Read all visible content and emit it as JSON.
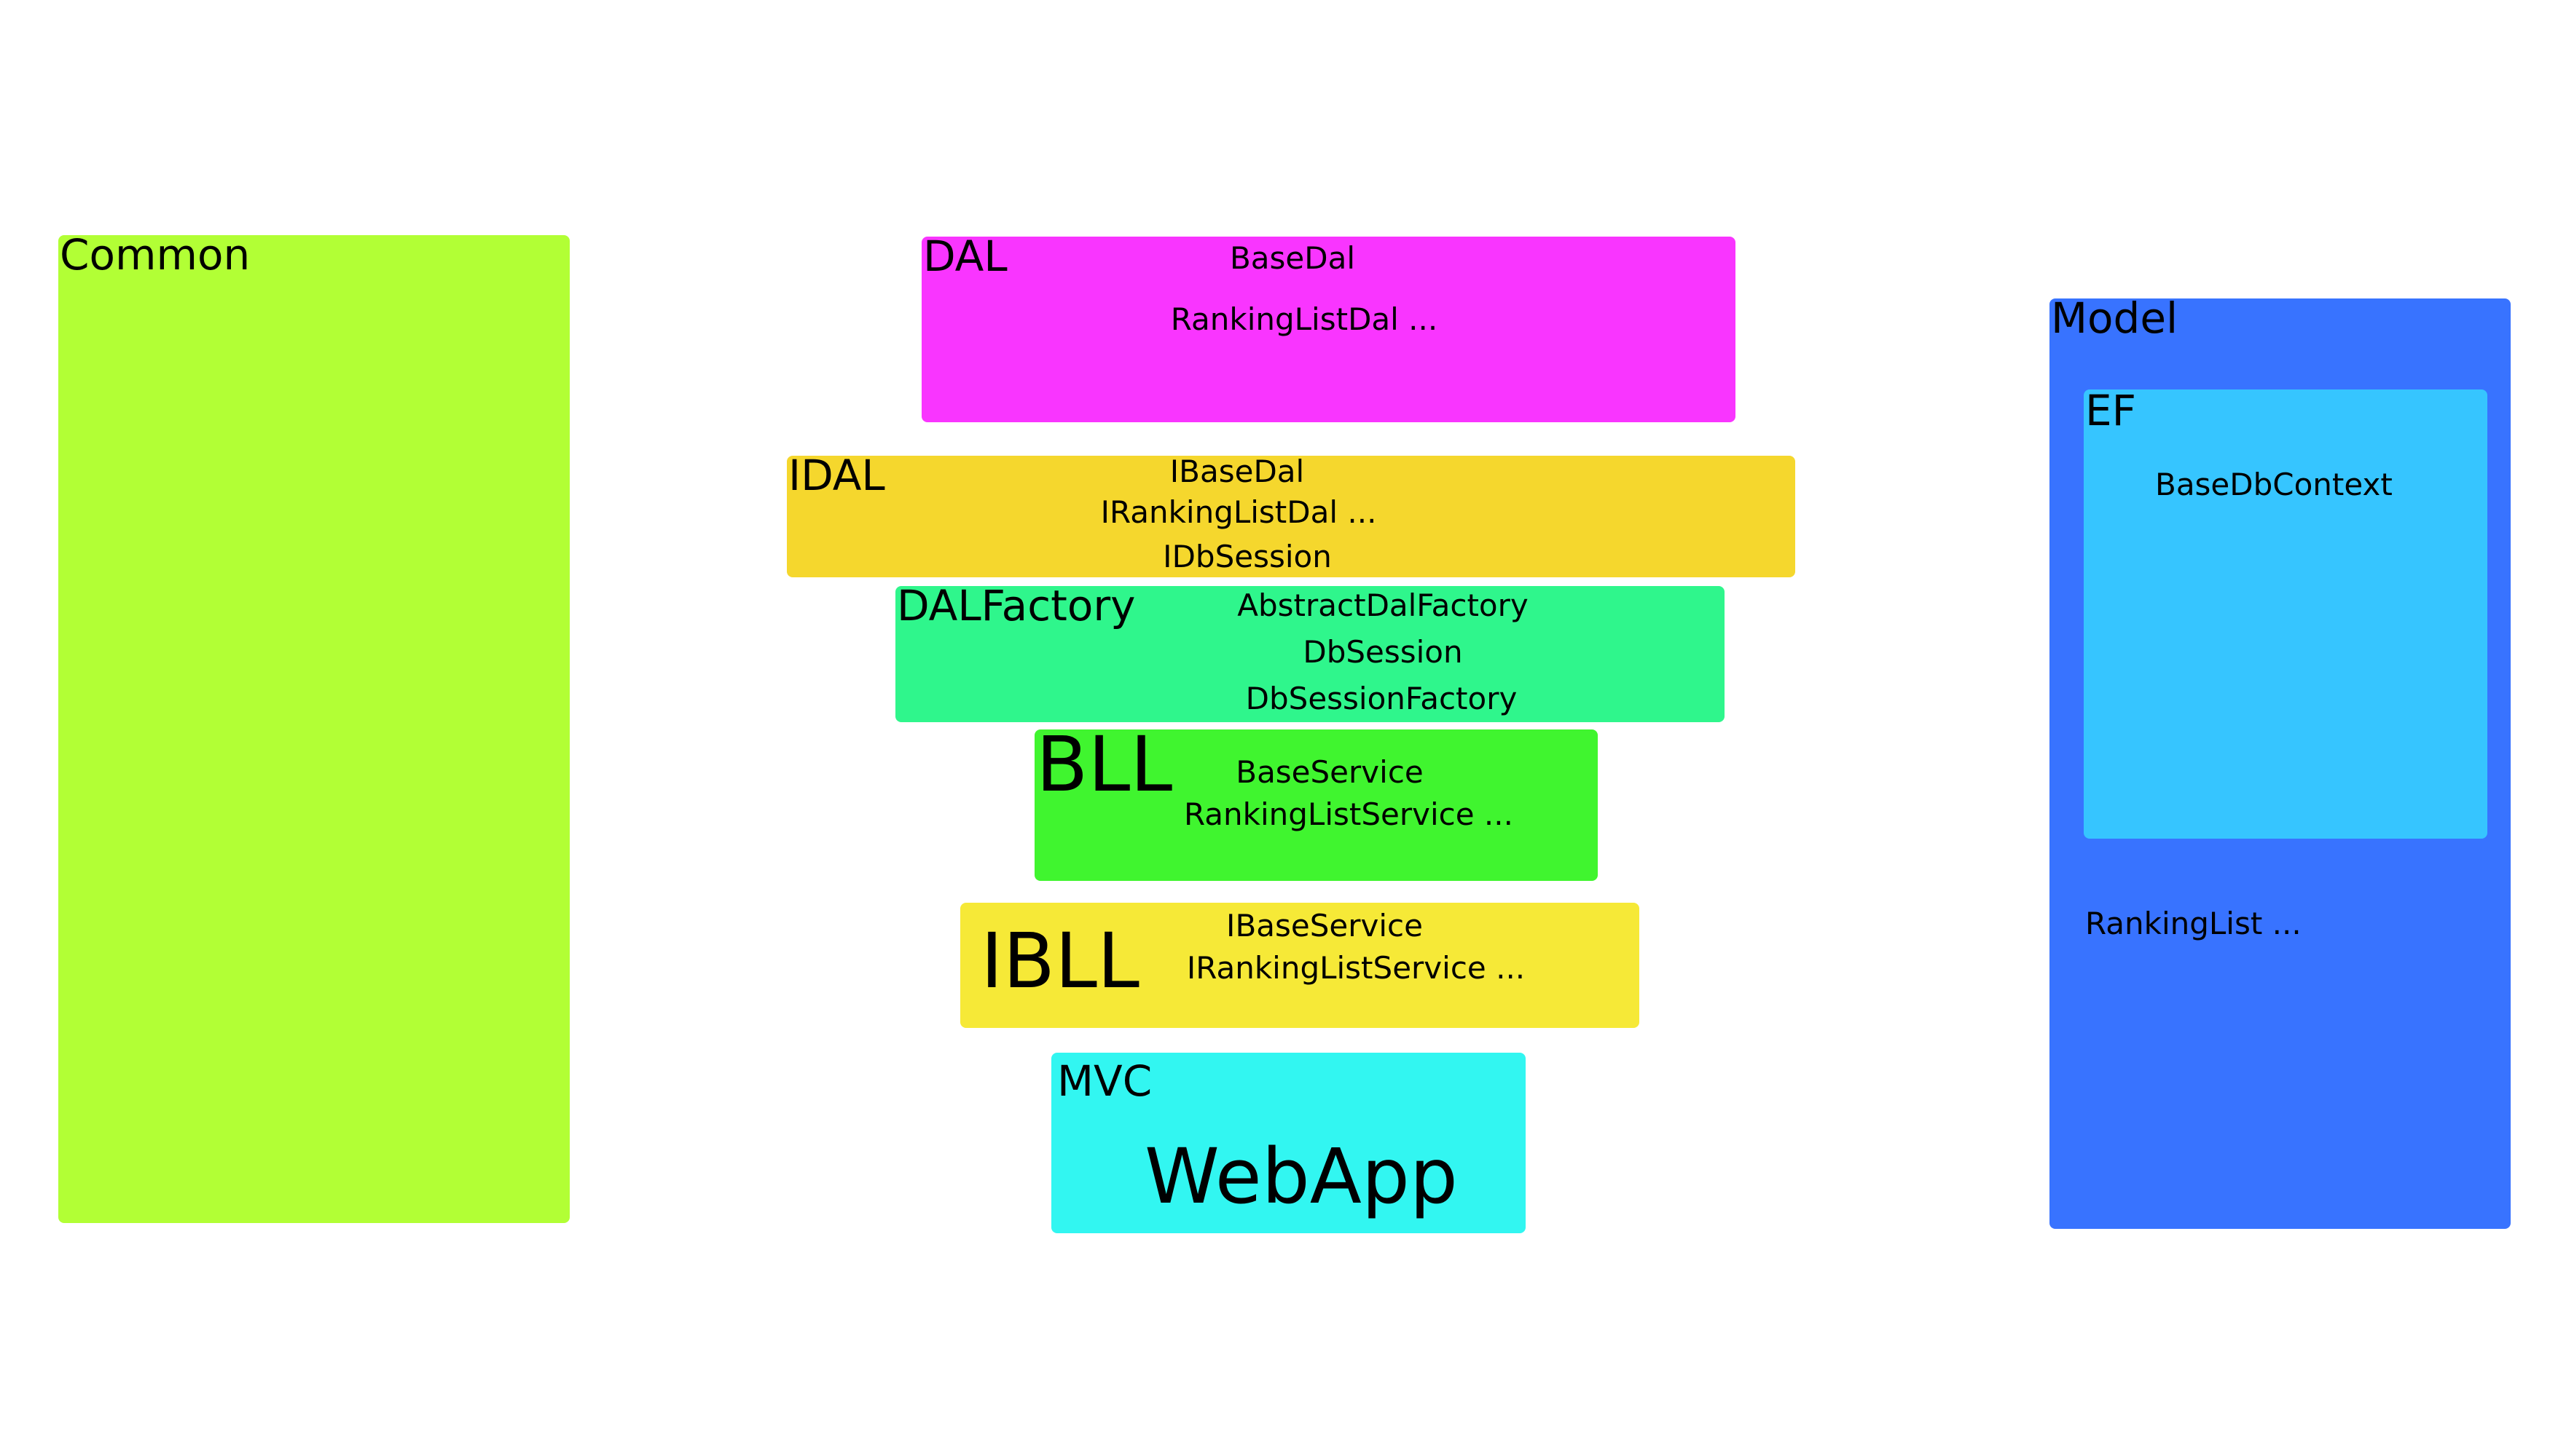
{
  "colors": {
    "common": "#b2ff35",
    "dal": "#f935ff",
    "idal": "#f5d72d",
    "dalfactory": "#2ff68c",
    "bll": "#40f52f",
    "ibll": "#f6e937",
    "mvc": "#32f6f1",
    "model": "#3873ff",
    "ef": "#36c5ff"
  },
  "common": {
    "title": "Common"
  },
  "dal": {
    "title": "DAL",
    "items": [
      "BaseDal",
      "RankingListDal ..."
    ]
  },
  "idal": {
    "title": "IDAL",
    "items": [
      "IBaseDal",
      "IRankingListDal ...",
      "IDbSession"
    ]
  },
  "dalfactory": {
    "title": "DALFactory",
    "items": [
      "AbstractDalFactory",
      "DbSession",
      "DbSessionFactory"
    ]
  },
  "bll": {
    "title": "BLL",
    "items": [
      "BaseService",
      "RankingListService ..."
    ]
  },
  "ibll": {
    "title": "IBLL",
    "items": [
      "IBaseService",
      "IRankingListService ..."
    ]
  },
  "mvc": {
    "title": "MVC",
    "subtitle": "WebApp"
  },
  "model": {
    "title": "Model",
    "ef": {
      "title": "EF",
      "items": [
        "BaseDbContext"
      ]
    },
    "items": [
      "RankingList ..."
    ]
  }
}
